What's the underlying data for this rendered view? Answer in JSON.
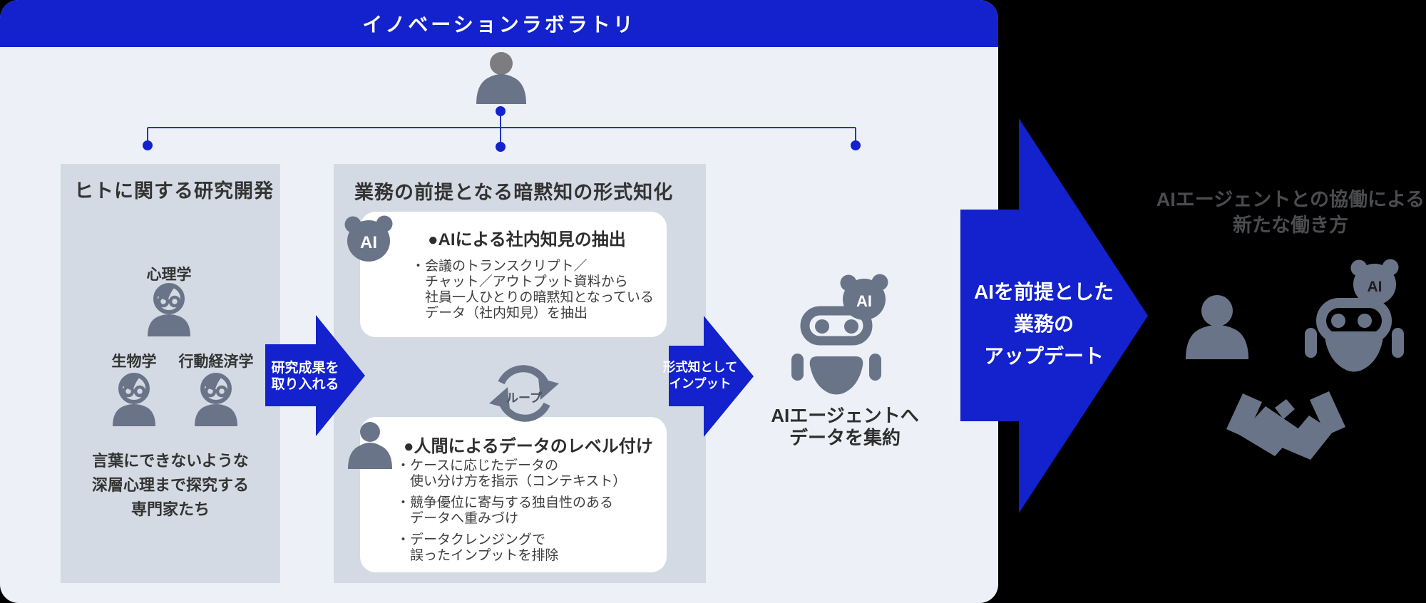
{
  "header": {
    "title": "イノベーションラボラトリ"
  },
  "left_box": {
    "title": "ヒトに関する研究開発",
    "disciplines": [
      {
        "label": "心理学"
      },
      {
        "label": "生物学"
      },
      {
        "label": "行動経済学"
      }
    ],
    "caption_lines": [
      "言葉にできないような",
      "深層心理まで探究する",
      "専門家たち"
    ]
  },
  "arrow_research": {
    "lines": [
      "研究成果を",
      "取り入れる"
    ]
  },
  "middle_box": {
    "title": "業務の前提となる暗黙知の形式知化",
    "card_ai": {
      "badge": "AI",
      "heading": "●AIによる社内知見の抽出",
      "bullet": {
        "lines": [
          "・会議のトランスクリプト／",
          "チャット／アウトプット資料から",
          "社員一人ひとりの暗黙知となっている",
          "データ（社内知見）を抽出"
        ]
      }
    },
    "loop_label": "ループ",
    "card_human": {
      "heading": "●人間によるデータのレベル付け",
      "bullets": [
        {
          "lines": [
            "・ケースに応じたデータの",
            "使い分け方を指示（コンテキスト）"
          ]
        },
        {
          "lines": [
            "・競争優位に寄与する独自性のある",
            "データへ重みづけ"
          ]
        },
        {
          "lines": [
            "・データクレンジングで",
            "誤ったインプットを排除"
          ]
        }
      ]
    }
  },
  "arrow_input": {
    "lines": [
      "形式知として",
      "インプット"
    ]
  },
  "aggregation": {
    "badge": "AI",
    "caption_lines": [
      "AIエージェントへ",
      "データを集約"
    ]
  },
  "arrow_update": {
    "lines": [
      "AIを前提とした",
      "業務の",
      "アップデート"
    ]
  },
  "outcome": {
    "badge": "AI",
    "title_lines": [
      "AIエージェントとの協働による",
      "新たな働き方"
    ]
  },
  "colors": {
    "primary_blue": "#1322cd",
    "panel_bg": "#edf1f7",
    "box_bg": "#d4dae3",
    "icon_slate": "#6a7488",
    "text_dark": "#333333",
    "outcome_text": "#4b4c4f",
    "background": "#000000"
  }
}
